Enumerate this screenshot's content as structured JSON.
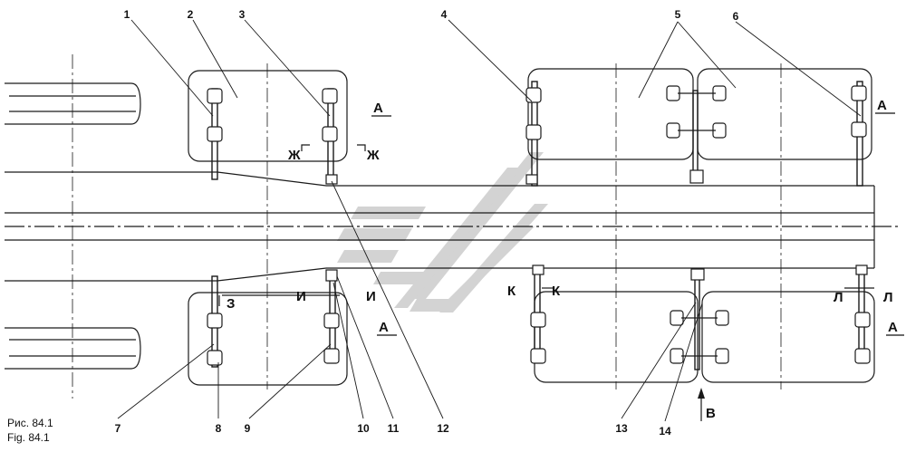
{
  "caption": {
    "ru": "Рис. 84.1",
    "en": "Fig. 84.1"
  },
  "callouts": [
    "1",
    "2",
    "3",
    "4",
    "5",
    "6",
    "7",
    "8",
    "9",
    "10",
    "11",
    "12",
    "13",
    "14"
  ],
  "section_marks": {
    "a": "А",
    "zh": "Ж",
    "z": "З",
    "i": "И",
    "k": "К",
    "l": "Л",
    "v": "В"
  },
  "colors": {
    "line": "#1a1a1a",
    "watermark": "#c9c9c9"
  }
}
